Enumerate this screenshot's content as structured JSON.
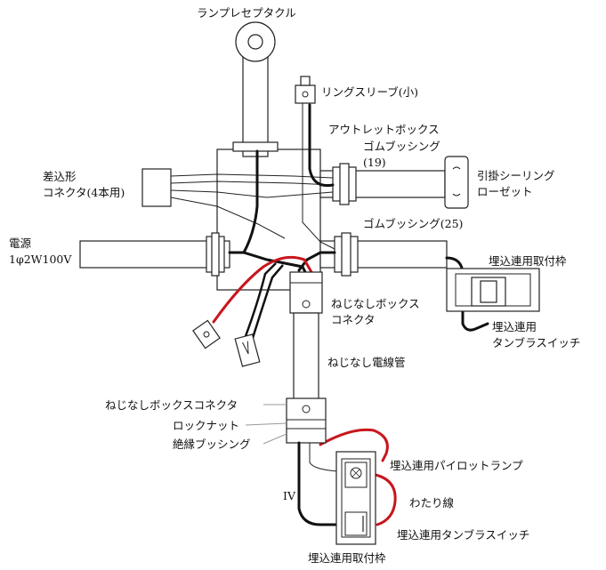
{
  "labels": {
    "lamp_receptacle": "ランプレセプタクル",
    "ring_sleeve": "リングスリーブ(小)",
    "outlet_box": "アウトレットボックス",
    "rubber_bushing_19_a": "ゴムブッシング",
    "rubber_bushing_19_b": "(19)",
    "push_connector_a": "差込形",
    "push_connector_b": "コネクタ(4本用)",
    "ceiling_rosette_a": "引掛シーリング",
    "ceiling_rosette_b": "ローゼット",
    "power_a": "電源",
    "power_b": "1φ2W100V",
    "rubber_bushing_25": "ゴムブッシング(25)",
    "frame_top": "埋込連用取付枠",
    "threadless_connector_a": "ねじなしボックス",
    "threadless_connector_b": "コネクタ",
    "switch_top_a": "埋込連用",
    "switch_top_b": "タンブラスイッチ",
    "threadless_conduit": "ねじなし電線管",
    "threadless_connector_bottom": "ねじなしボックスコネクタ",
    "locknut": "ロックナット",
    "insulating_bushing": "絶縁ブッシング",
    "pilot_lamp": "埋込連用パイロットランプ",
    "iv": "IV",
    "jumper_wire": "わたり線",
    "switch_bottom": "埋込連用タンブラスイッチ",
    "frame_bottom": "埋込連用取付枠"
  },
  "colors": {
    "black_wire": "#111111",
    "red_wire": "#c8161d",
    "white_wire": "#ffffff",
    "outline": "#222222",
    "leader": "#999999"
  }
}
